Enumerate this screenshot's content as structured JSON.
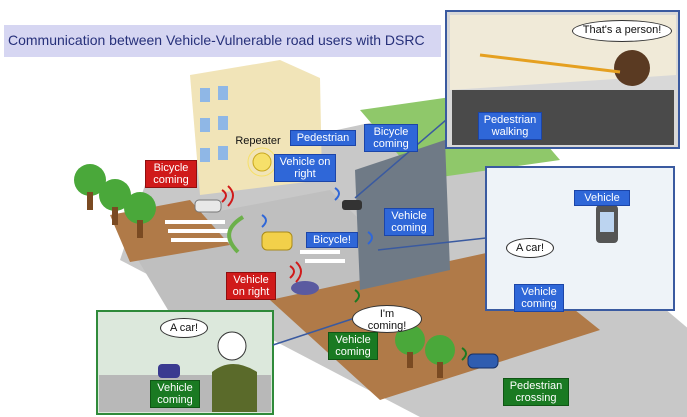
{
  "title": "Communication between Vehicle-Vulnerable road users with DSRC",
  "colors": {
    "title_bg": "#d6d6f2",
    "label_blue": "#2f67d8",
    "label_red": "#d01a1a",
    "label_green": "#1a7a22",
    "road": "#c8c8c8",
    "sidewalk": "#b07a48",
    "tree": "#4aa83a"
  },
  "scene": {
    "repeater_label": "Repeater",
    "labels": {
      "pedestrian": "Pedestrian",
      "bicycle_coming_blue": "Bicycle\ncoming",
      "vehicle_on_right_blue": "Vehicle on\nright",
      "bicycle_coming_red": "Bicycle\ncoming",
      "vehicle_coming_blue": "Vehicle\ncoming",
      "bicycle_alert": "Bicycle!",
      "vehicle_on_right_red": "Vehicle\non right",
      "im_coming": "I'm\ncoming!",
      "vehicle_coming_green": "Vehicle\ncoming",
      "pedestrian_crossing": "Pedestrian\ncrossing"
    }
  },
  "inset_car": {
    "bubble": "That's a person!",
    "label": "Pedestrian\nwalking"
  },
  "inset_phone": {
    "phone_label": "Vehicle",
    "bubble": "A car!",
    "label": "Vehicle\ncoming"
  },
  "inset_pedestrian": {
    "bubble": "A car!",
    "label": "Vehicle\ncoming"
  }
}
